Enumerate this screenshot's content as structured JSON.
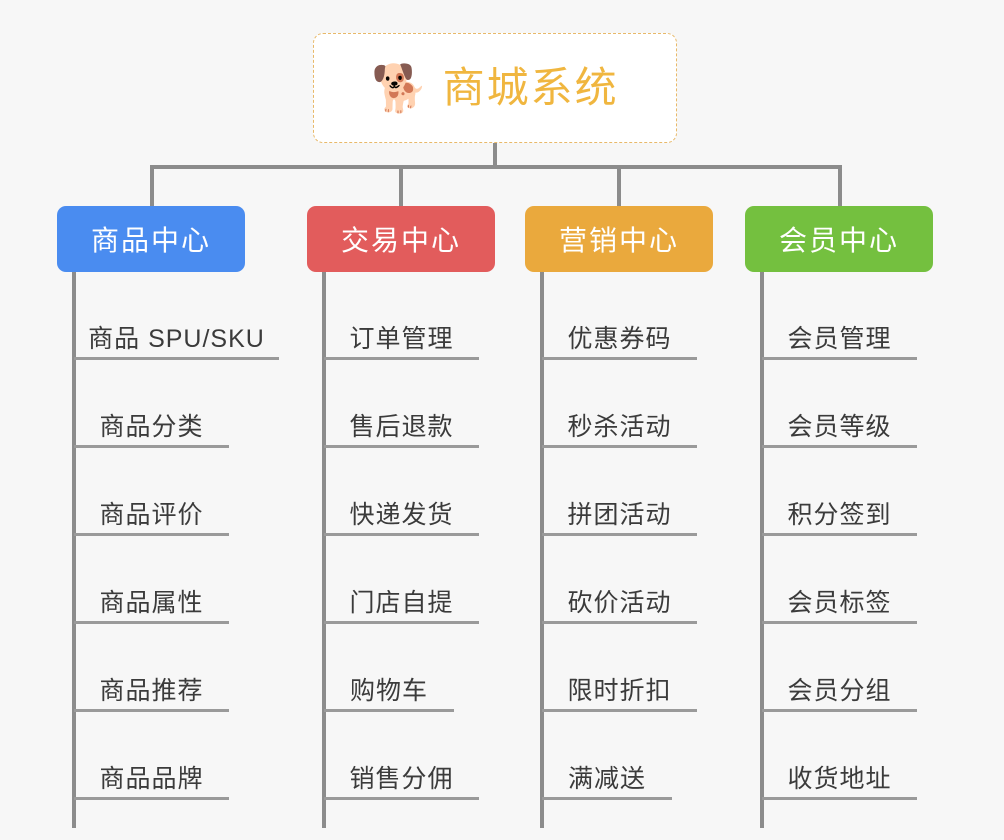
{
  "canvas": {
    "background": "#f7f7f7",
    "line_color": "#8c8c8c",
    "leaf_rule_color": "#9a9a9a"
  },
  "root": {
    "icon": "shiba-dog-face-emoji",
    "emoji": "🐕",
    "title": "商城系统",
    "text_color": "#f0b63f",
    "border_color": "#e8b96a",
    "background": "#ffffff"
  },
  "categories": [
    {
      "id": "product-center",
      "label": "商品中心",
      "color": "#4a8cf0",
      "items": [
        "商品 SPU/SKU",
        "商品分类",
        "商品评价",
        "商品属性",
        "商品推荐",
        "商品品牌"
      ]
    },
    {
      "id": "trade-center",
      "label": "交易中心",
      "color": "#e25c5c",
      "items": [
        "订单管理",
        "售后退款",
        "快递发货",
        "门店自提",
        "购物车",
        "销售分佣"
      ]
    },
    {
      "id": "marketing-center",
      "label": "营销中心",
      "color": "#eaa93d",
      "items": [
        "优惠券码",
        "秒杀活动",
        "拼团活动",
        "砍价活动",
        "限时折扣",
        "满减送"
      ]
    },
    {
      "id": "member-center",
      "label": "会员中心",
      "color": "#74c03f",
      "items": [
        "会员管理",
        "会员等级",
        "积分签到",
        "会员标签",
        "会员分组",
        "收货地址"
      ]
    }
  ]
}
